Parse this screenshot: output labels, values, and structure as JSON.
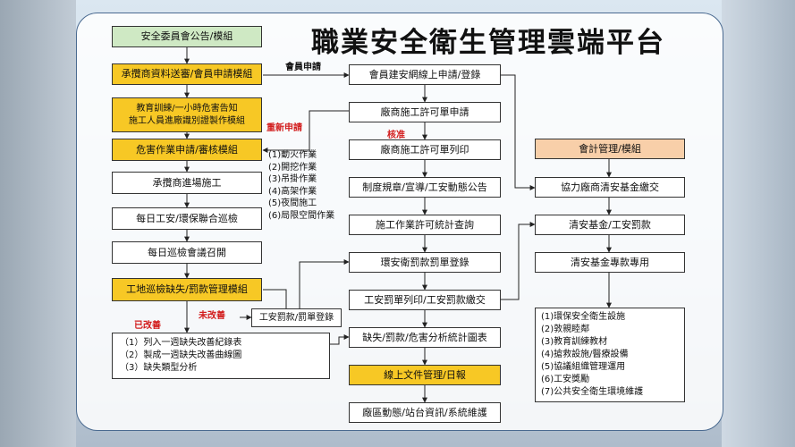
{
  "title": "職業安全衛生管理雲端平台",
  "left_column": [
    {
      "id": "L1",
      "label": "安全委員會公告/模組"
    },
    {
      "id": "L2",
      "label": "承攬商資料送審/會員申請模組"
    },
    {
      "id": "L3a",
      "label": "教育訓練/一小時危害告知"
    },
    {
      "id": "L3b",
      "label": "施工人員進廠識別證製作模組"
    },
    {
      "id": "L4",
      "label": "危害作業申請/審核模組"
    },
    {
      "id": "L5",
      "label": "承攬商進場施工"
    },
    {
      "id": "L6",
      "label": "每日工安/環保聯合巡檢"
    },
    {
      "id": "L7",
      "label": "每日巡檢會議召開"
    },
    {
      "id": "L8",
      "label": "工地巡檢缺失/罰款管理模組"
    }
  ],
  "improvement_list": [
    "（1）列入一週缺失改善紀錄表",
    "（2）製成一週缺失改善曲線圖",
    "（3）缺失類型分析"
  ],
  "fine_box": "工安罰款/罰單登錄",
  "hazard_ops": [
    "(1)動火作業",
    "(2)開挖作業",
    "(3)吊掛作業",
    "(4)高架作業",
    "(5)夜間施工",
    "(6)局限空間作業"
  ],
  "middle_column": [
    {
      "id": "M1",
      "label": "會員建安網線上申請/登錄"
    },
    {
      "id": "M2",
      "label": "廠商施工許可單申請"
    },
    {
      "id": "M3",
      "label": "廠商施工許可單列印"
    },
    {
      "id": "M4",
      "label": "制度規章/宣導/工安動態公告"
    },
    {
      "id": "M5",
      "label": "施工作業許可統計查詢"
    },
    {
      "id": "M6",
      "label": "環安衛罰款罰單登錄"
    },
    {
      "id": "M7",
      "label": "工安罰單列印/工安罰款繳交"
    },
    {
      "id": "M8",
      "label": "缺失/罰款/危害分析統計圖表"
    },
    {
      "id": "M9",
      "label": "線上文件管理/日報"
    },
    {
      "id": "M10",
      "label": "廠區動態/站台資訊/系統維護"
    }
  ],
  "right_column": [
    {
      "id": "R1",
      "label": "會計管理/模組"
    },
    {
      "id": "R2",
      "label": "協力廠商清安基金繳交"
    },
    {
      "id": "R3",
      "label": "清安基金/工安罰款"
    },
    {
      "id": "R4",
      "label": "清安基金專款專用"
    }
  ],
  "fund_uses": [
    "(1)環保安全衛生設施",
    "(2)敦親睦鄰",
    "(3)教育訓練教材",
    "(4)搶救設施/醫療設備",
    "(5)協議組織管理運用",
    "(6)工安獎勵",
    "(7)公共安全衛生環境維護"
  ],
  "edge_labels": {
    "member_apply": "會員申請",
    "reapply": "重新申請",
    "approve": "核准",
    "not_improved": "未改善",
    "improved": "已改善"
  },
  "colors": {
    "green": "#cfe9c4",
    "yellow": "#f7c825",
    "orange": "#f8cfa9",
    "red_text": "#d21c1c"
  }
}
